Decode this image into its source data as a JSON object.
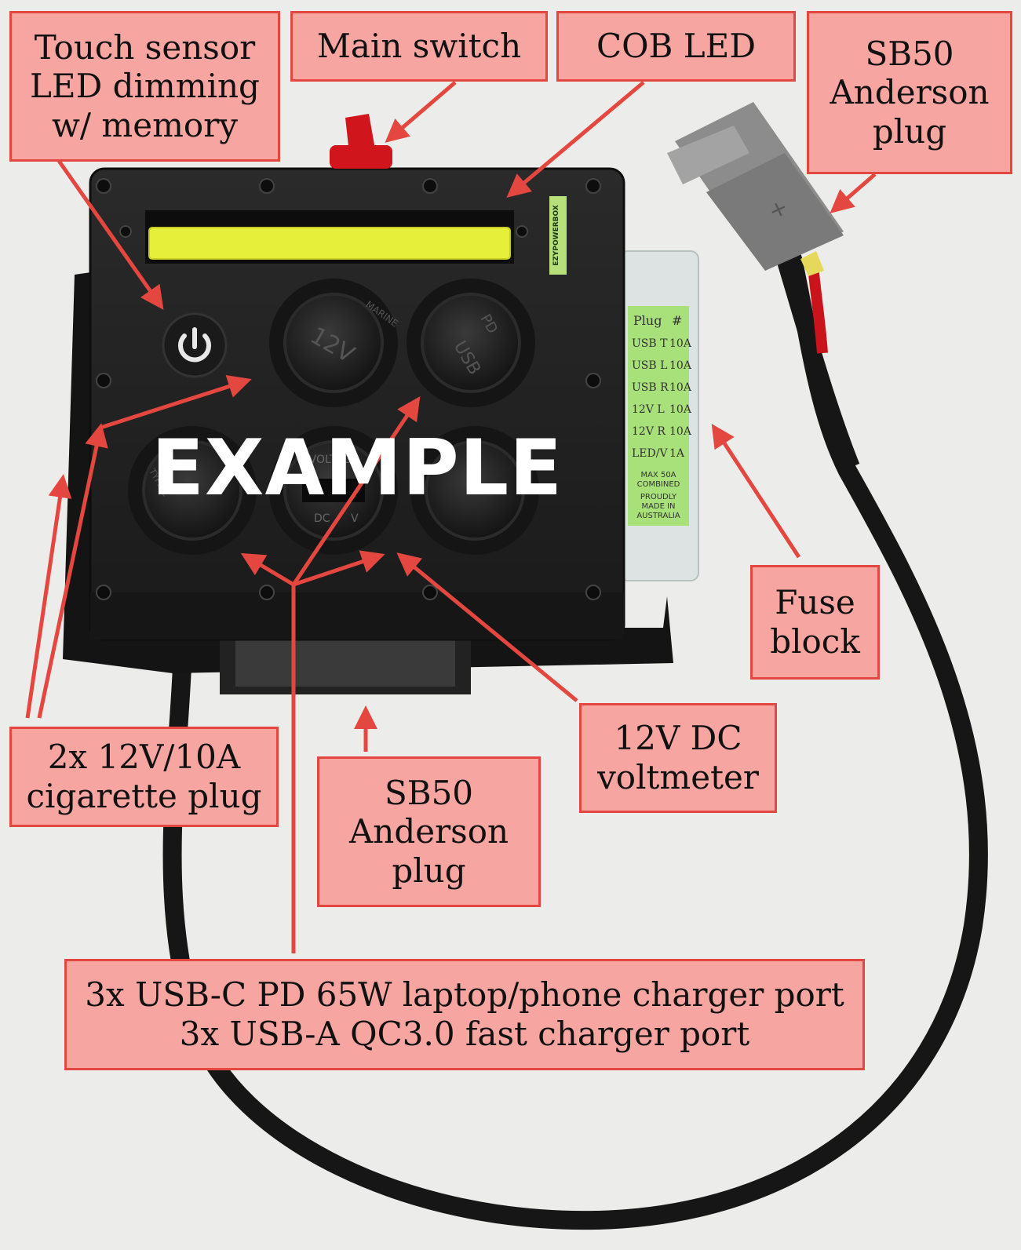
{
  "watermark": "EXAMPLE",
  "colors": {
    "callout_fill": "#f7a5a1",
    "callout_border": "#e3473f",
    "arrow": "#e3473f",
    "box": "#1c1c1c",
    "cob_led": "#e6f03a",
    "fuse_label": "#a8e07a",
    "anderson_plug": "#8c8c8c"
  },
  "product_labels": {
    "brand": "EZYPOWERBOX",
    "socket_12v": "12V",
    "socket_12v_ring": "MARINE",
    "usb_pd": "PD",
    "usb_type_c": "TYPE-C",
    "usb": "USB",
    "voltmeter": "VOLTAGE",
    "voltmeter_dc": "DC",
    "voltmeter_v": "V",
    "plug_plus": "+",
    "fuse_table": {
      "headers": [
        "Plug",
        "#"
      ],
      "rows": [
        [
          "USB T",
          "10A"
        ],
        [
          "USB L",
          "10A"
        ],
        [
          "USB R",
          "10A"
        ],
        [
          "12V L",
          "10A"
        ],
        [
          "12V R",
          "10A"
        ],
        [
          "LED/V",
          "1A"
        ]
      ],
      "note_1": "MAX 50A",
      "note_2": "COMBINED",
      "note_3": "PROUDLY",
      "note_4": "MADE IN",
      "note_5": "AUSTRALIA"
    }
  },
  "callouts": {
    "touch_sensor": {
      "line1": "Touch sensor",
      "line2": "LED dimming",
      "line3": "w/ memory"
    },
    "main_switch": {
      "line1": "Main switch"
    },
    "cob_led": {
      "line1": "COB LED"
    },
    "anderson_top": {
      "line1": "SB50",
      "line2": "Anderson",
      "line3": "plug"
    },
    "fuse_block": {
      "line1": "Fuse",
      "line2": "block"
    },
    "cigarette": {
      "line1": "2x 12V/10A",
      "line2": "cigarette plug"
    },
    "anderson_bottom": {
      "line1": "SB50",
      "line2": "Anderson",
      "line3": "plug"
    },
    "voltmeter": {
      "line1": "12V DC",
      "line2": "voltmeter"
    },
    "usb_ports": {
      "line1": "3x USB-C PD 65W laptop/phone charger port",
      "line2": "3x USB-A QC3.0 fast charger port"
    }
  }
}
